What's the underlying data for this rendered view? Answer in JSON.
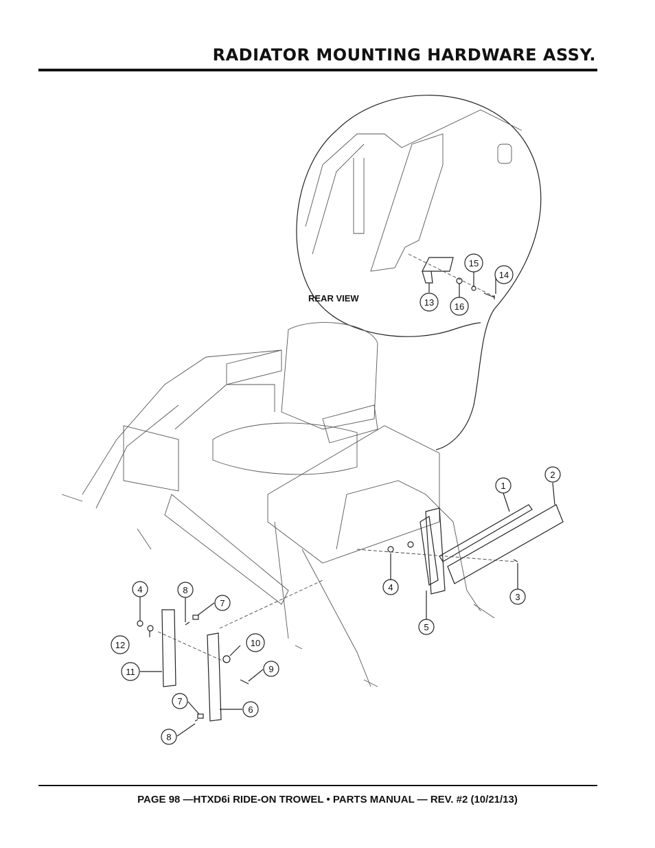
{
  "header": {
    "title": "RADIATOR MOUNTING HARDWARE ASSY."
  },
  "diagram": {
    "inset_label": "REAR VIEW",
    "callouts": [
      "1",
      "2",
      "3",
      "4",
      "4",
      "5",
      "6",
      "7",
      "7",
      "8",
      "8",
      "9",
      "10",
      "11",
      "12",
      "13",
      "14",
      "15",
      "16"
    ]
  },
  "footer": {
    "text": "PAGE 98 —HTXD6i RIDE-ON TROWEL • PARTS MANUAL — REV. #2 (10/21/13)"
  }
}
